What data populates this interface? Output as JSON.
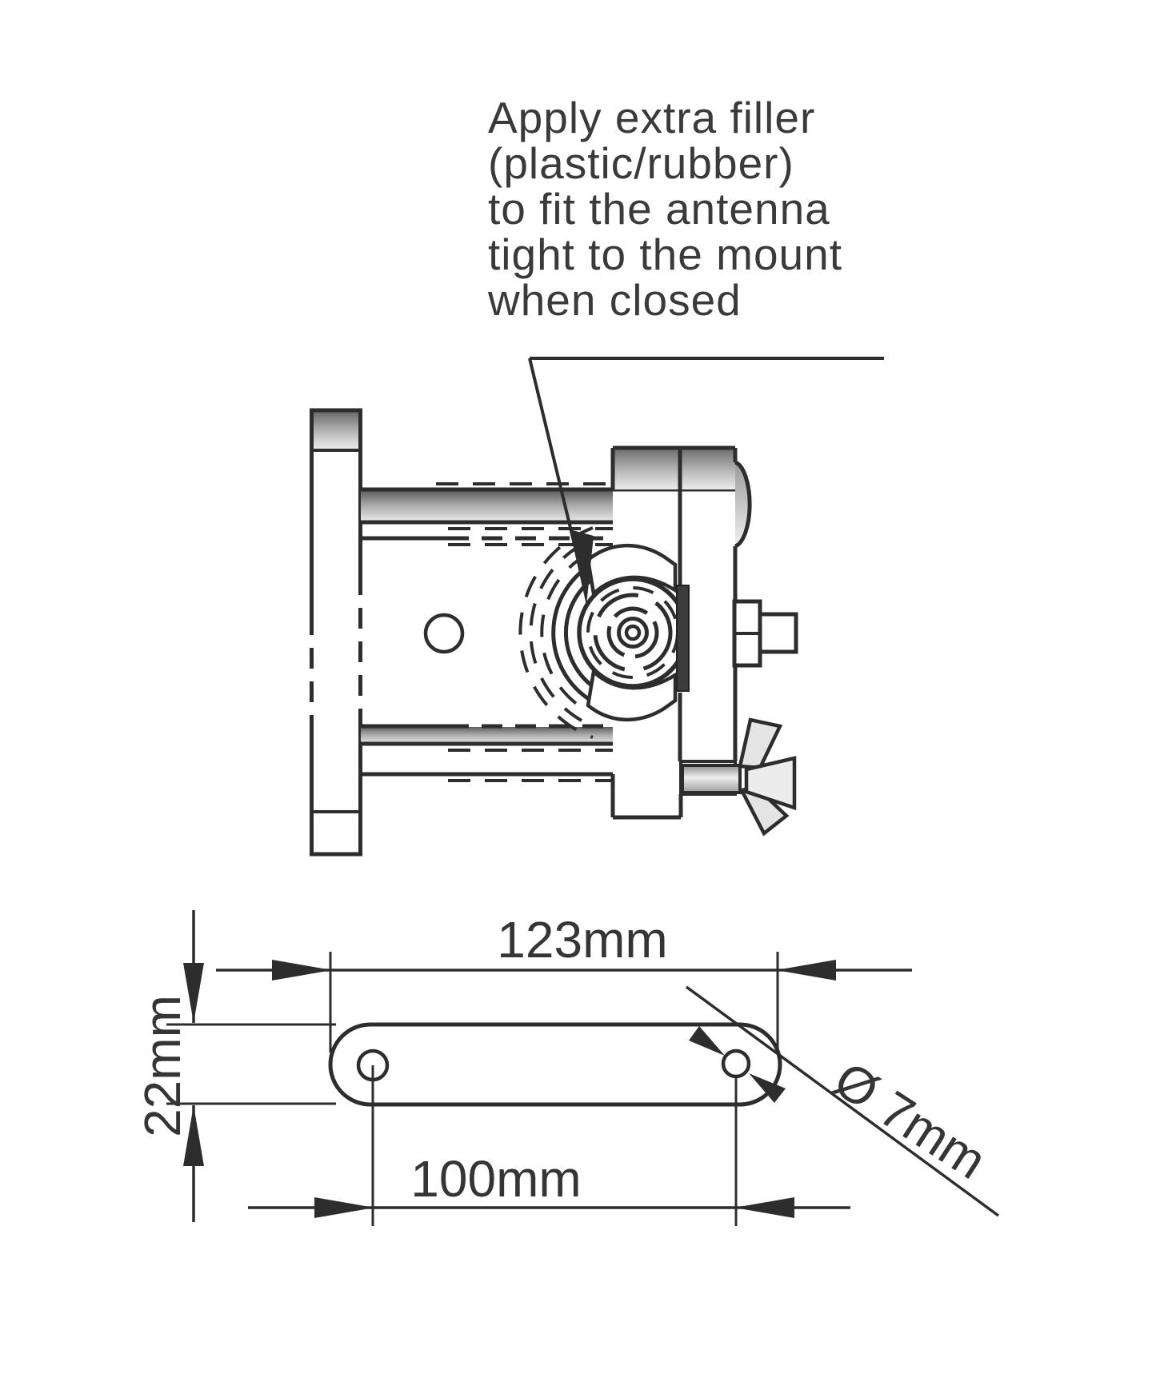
{
  "drawing": {
    "annotation": {
      "lines": [
        "Apply extra filler",
        "(plastic/rubber)",
        "to fit the antenna",
        "tight to the mount",
        "when closed"
      ]
    },
    "dimensions": {
      "plate_length": "123mm",
      "plate_width": "22mm",
      "hole_spacing": "100mm",
      "hole_diameter": "Ø 7mm"
    },
    "colors": {
      "line": "#2d2d2d",
      "text": "#3a3a3a",
      "dark_fill": "#3c3c3c",
      "light_fill": "#e6e6e6",
      "background": "#ffffff"
    }
  }
}
